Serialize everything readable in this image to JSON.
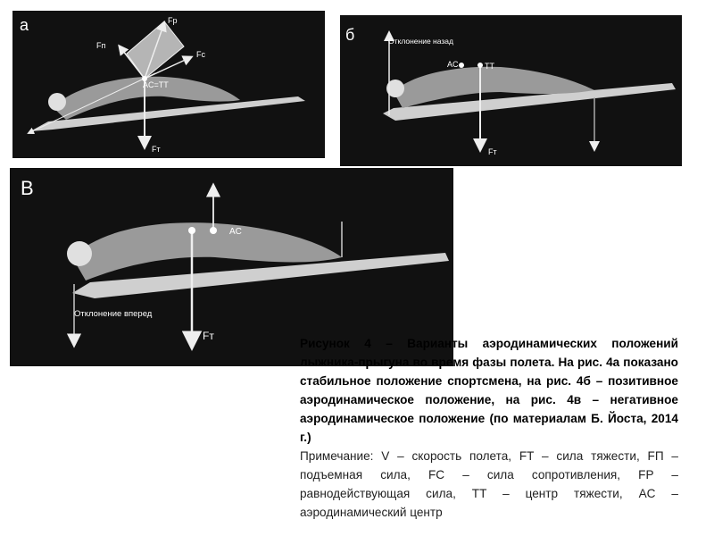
{
  "panels": {
    "a": {
      "letter": "а",
      "labels": {
        "fp": "Fp",
        "fn": "Fп",
        "fc": "Fc",
        "ac": "AC=TT",
        "ft": "Fт"
      }
    },
    "b": {
      "letter": "б",
      "labels": {
        "back": "Отклонение назад",
        "ac": "AC",
        "tt": "TT",
        "ft": "Fт"
      }
    },
    "c": {
      "letter": "В",
      "labels": {
        "ac": "AC",
        "forward": "Отклонение вперед",
        "ft": "Fт"
      }
    }
  },
  "caption": {
    "title": "Рисунок 4 – Варианты аэродинамических положений лыжника-прыгуна во время фазы полета. На рис. 4а показано стабильное положение спортсмена, на рис. 4б – позитивное аэродинамическое положение, на рис. 4в – негативное аэродинамическое положение (по материалам Б. Йоста, 2014 г.)",
    "note": "Примечание: V – скорость полета, FT – сила тяжести, FП – подъемная сила, FC – сила сопротивления, FP – равнодействующая сила, TT – центр тяжести, AC – аэродинамический центр"
  }
}
